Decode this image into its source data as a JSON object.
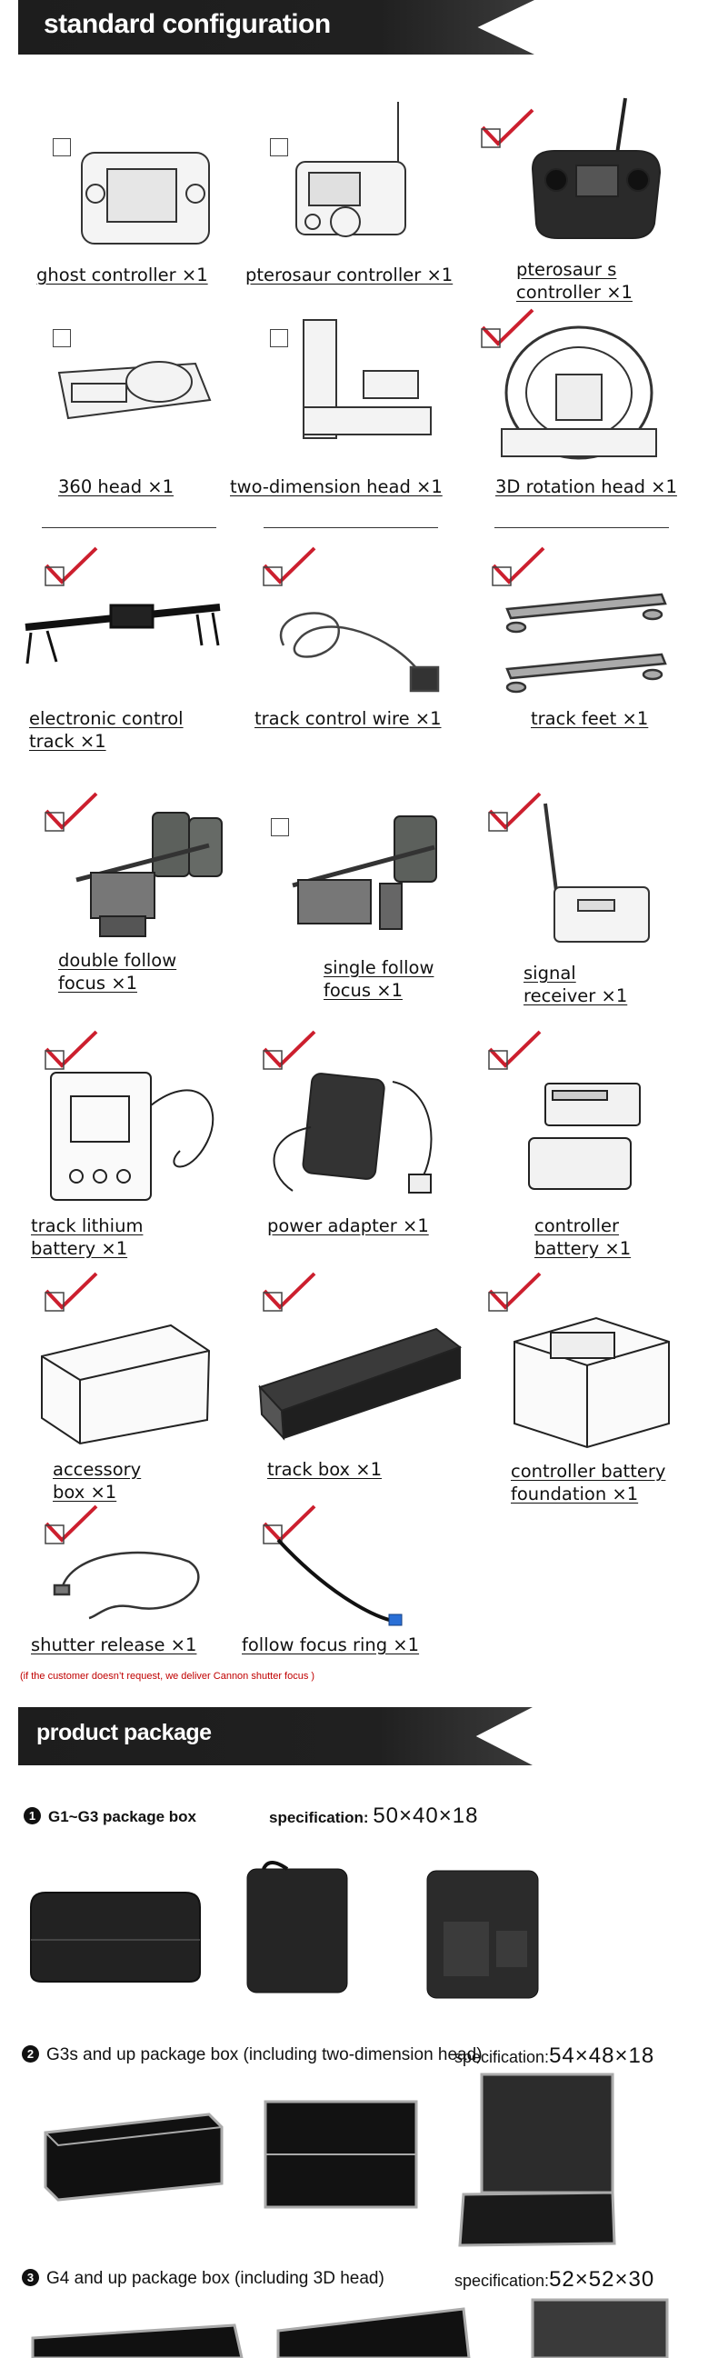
{
  "sections": {
    "standard": {
      "title": "standard configuration"
    },
    "package": {
      "title": "product package"
    }
  },
  "items": [
    {
      "label": "ghost controller ×1",
      "checked": false
    },
    {
      "label": "pterosaur controller ×1",
      "checked": false
    },
    {
      "label_l1": "pterosaur s",
      "label_l2": "controller ×1",
      "checked": true
    },
    {
      "label": "360 head ×1",
      "checked": false
    },
    {
      "label": "two-dimension head ×1",
      "checked": false
    },
    {
      "label": "3D rotation head ×1",
      "checked": true
    },
    {
      "label_l1": "electronic control",
      "label_l2": "track ×1",
      "checked": true
    },
    {
      "label": "track control wire ×1",
      "checked": true
    },
    {
      "label": "track feet ×1",
      "checked": true
    },
    {
      "label_l1": "double follow",
      "label_l2": "focus ×1",
      "checked": true
    },
    {
      "label_l1": "single follow",
      "label_l2": "focus ×1",
      "checked": false
    },
    {
      "label_l1": "signal",
      "label_l2": "receiver ×1",
      "checked": true
    },
    {
      "label_l1": "track lithium",
      "label_l2": "battery ×1",
      "checked": true
    },
    {
      "label": "power adapter ×1",
      "checked": true
    },
    {
      "label_l1": "controller",
      "label_l2": "battery ×1",
      "checked": true
    },
    {
      "label_l1": "accessory",
      "label_l2": "box ×1",
      "checked": true
    },
    {
      "label": "track box ×1",
      "checked": true
    },
    {
      "label_l1": "controller battery",
      "label_l2": "foundation ×1",
      "checked": true
    },
    {
      "label": "shutter release ×1",
      "checked": true
    },
    {
      "label": "follow focus ring ×1",
      "checked": true
    }
  ],
  "note": "(if the customer doesn’t request, we deliver Cannon shutter focus )",
  "packages": [
    {
      "num": "1",
      "title": "G1~G3 package box",
      "spec_label": "specification:",
      "spec_value": "50×40×18"
    },
    {
      "num": "2",
      "title": "G3s and up package box (including two-dimension head)",
      "spec_label": "specification:",
      "spec_value": "54×48×18"
    },
    {
      "num": "3",
      "title": "G4 and up package box (including 3D head)",
      "spec_label": "specification:",
      "spec_value": "52×52×30"
    }
  ],
  "colors": {
    "check": "#cc1f2e",
    "banner": "#1f1f1f",
    "note": "#c00000"
  }
}
